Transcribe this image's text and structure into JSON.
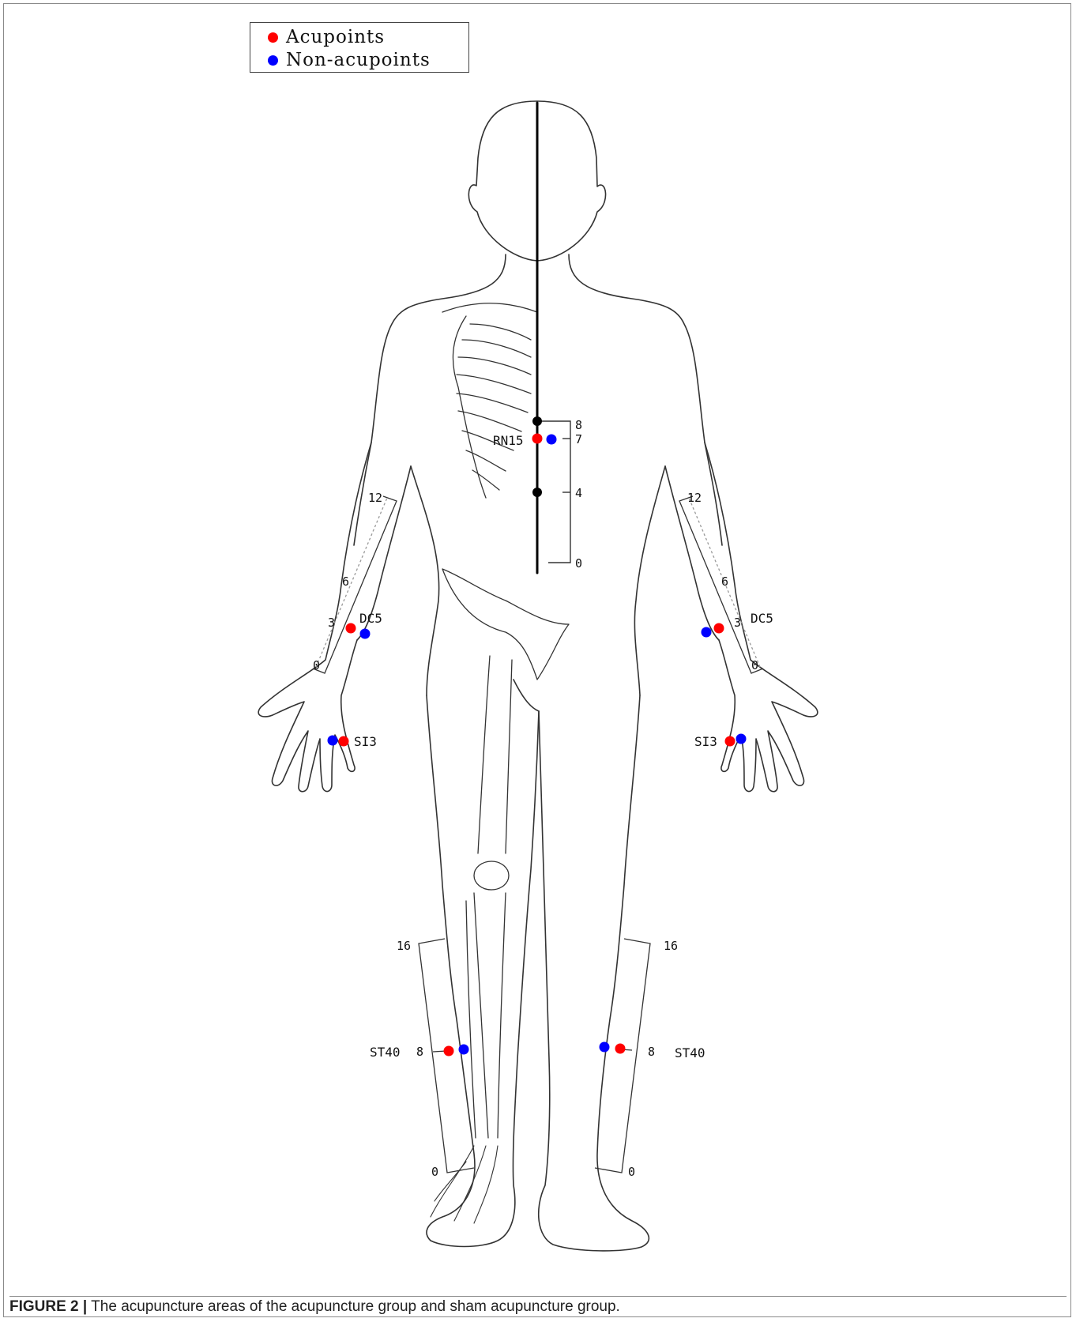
{
  "legend": {
    "acupoints_label": "Acupoints",
    "non_acupoints_label": "Non-acupoints",
    "acupoint_color": "#ff0000",
    "non_acupoint_color": "#0000ff"
  },
  "points": {
    "rn15": "RN15",
    "dc5_left": "DC5",
    "dc5_right": "DC5",
    "si3_left": "SI3",
    "si3_right": "SI3",
    "st40_left": "ST40",
    "st40_right": "ST40"
  },
  "scales": {
    "trunk": [
      "8",
      "7",
      "4",
      "0"
    ],
    "forearm_left": [
      "12",
      "6",
      "3",
      "0"
    ],
    "forearm_right": [
      "12",
      "6",
      "3",
      "0"
    ],
    "leg_left": [
      "16",
      "8",
      "0"
    ],
    "leg_right": [
      "16",
      "8",
      "0"
    ]
  },
  "caption": {
    "figure_label": "FIGURE 2 |",
    "text": " The acupuncture areas of the acupuncture group and sham acupuncture group."
  }
}
